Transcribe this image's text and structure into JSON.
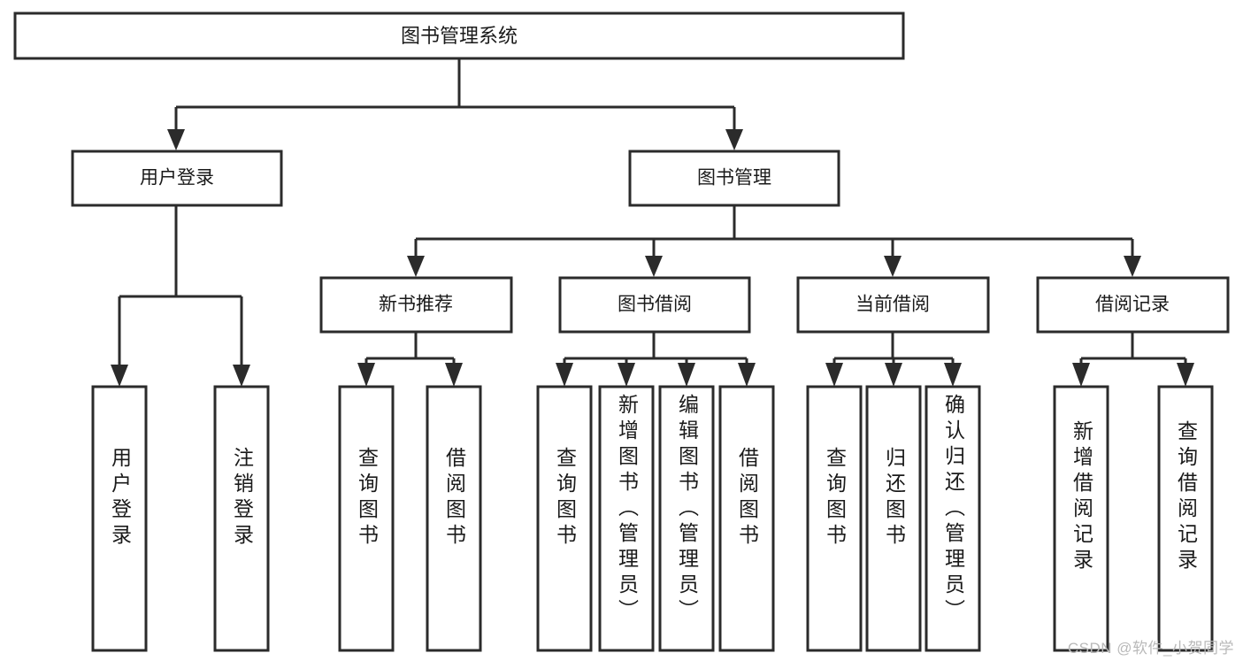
{
  "diagram": {
    "title": "图书管理系统",
    "type": "tree-hierarchy-diagram",
    "watermark": "CSDN @软件_小贺同学",
    "colors": {
      "stroke": "#2b2b2b",
      "box_fill": "#ffffff",
      "text": "#1a1a1a",
      "background": "#ffffff",
      "watermark": "#b9b9b9"
    },
    "root": {
      "label": "图书管理系统"
    },
    "level2": [
      {
        "label": "用户登录"
      },
      {
        "label": "图书管理"
      }
    ],
    "level3": [
      {
        "label": "新书推荐"
      },
      {
        "label": "图书借阅"
      },
      {
        "label": "当前借阅"
      },
      {
        "label": "借阅记录"
      }
    ],
    "leaves": {
      "user_login": [
        {
          "label": "用户登录"
        },
        {
          "label": "注销登录"
        }
      ],
      "new_book_recommend": [
        {
          "label": "查询图书"
        },
        {
          "label": "借阅图书"
        }
      ],
      "book_borrow": [
        {
          "label": "查询图书"
        },
        {
          "label": "新增图书（管理员）"
        },
        {
          "label": "编辑图书（管理员）"
        },
        {
          "label": "借阅图书"
        }
      ],
      "current_borrow": [
        {
          "label": "查询图书"
        },
        {
          "label": "归还图书"
        },
        {
          "label": "确认归还（管理员）"
        }
      ],
      "borrow_record": [
        {
          "label": "新增借阅记录"
        },
        {
          "label": "查询借阅记录"
        }
      ]
    }
  },
  "chart_data": {
    "type": "table",
    "title": "图书管理系统 功能结构图",
    "nodes": [
      {
        "id": "root",
        "label": "图书管理系统",
        "level": 1,
        "parent": null
      },
      {
        "id": "n1",
        "label": "用户登录",
        "level": 2,
        "parent": "root"
      },
      {
        "id": "n2",
        "label": "图书管理",
        "level": 2,
        "parent": "root"
      },
      {
        "id": "n1-1",
        "label": "用户登录",
        "level": 3,
        "parent": "n1"
      },
      {
        "id": "n1-2",
        "label": "注销登录",
        "level": 3,
        "parent": "n1"
      },
      {
        "id": "n2-1",
        "label": "新书推荐",
        "level": 3,
        "parent": "n2"
      },
      {
        "id": "n2-2",
        "label": "图书借阅",
        "level": 3,
        "parent": "n2"
      },
      {
        "id": "n2-3",
        "label": "当前借阅",
        "level": 3,
        "parent": "n2"
      },
      {
        "id": "n2-4",
        "label": "借阅记录",
        "level": 3,
        "parent": "n2"
      },
      {
        "id": "n2-1-1",
        "label": "查询图书",
        "level": 4,
        "parent": "n2-1"
      },
      {
        "id": "n2-1-2",
        "label": "借阅图书",
        "level": 4,
        "parent": "n2-1"
      },
      {
        "id": "n2-2-1",
        "label": "查询图书",
        "level": 4,
        "parent": "n2-2"
      },
      {
        "id": "n2-2-2",
        "label": "新增图书（管理员）",
        "level": 4,
        "parent": "n2-2"
      },
      {
        "id": "n2-2-3",
        "label": "编辑图书（管理员）",
        "level": 4,
        "parent": "n2-2"
      },
      {
        "id": "n2-2-4",
        "label": "借阅图书",
        "level": 4,
        "parent": "n2-2"
      },
      {
        "id": "n2-3-1",
        "label": "查询图书",
        "level": 4,
        "parent": "n2-3"
      },
      {
        "id": "n2-3-2",
        "label": "归还图书",
        "level": 4,
        "parent": "n2-3"
      },
      {
        "id": "n2-3-3",
        "label": "确认归还（管理员）",
        "level": 4,
        "parent": "n2-3"
      },
      {
        "id": "n2-4-1",
        "label": "新增借阅记录",
        "level": 4,
        "parent": "n2-4"
      },
      {
        "id": "n2-4-2",
        "label": "查询借阅记录",
        "level": 4,
        "parent": "n2-4"
      }
    ]
  }
}
